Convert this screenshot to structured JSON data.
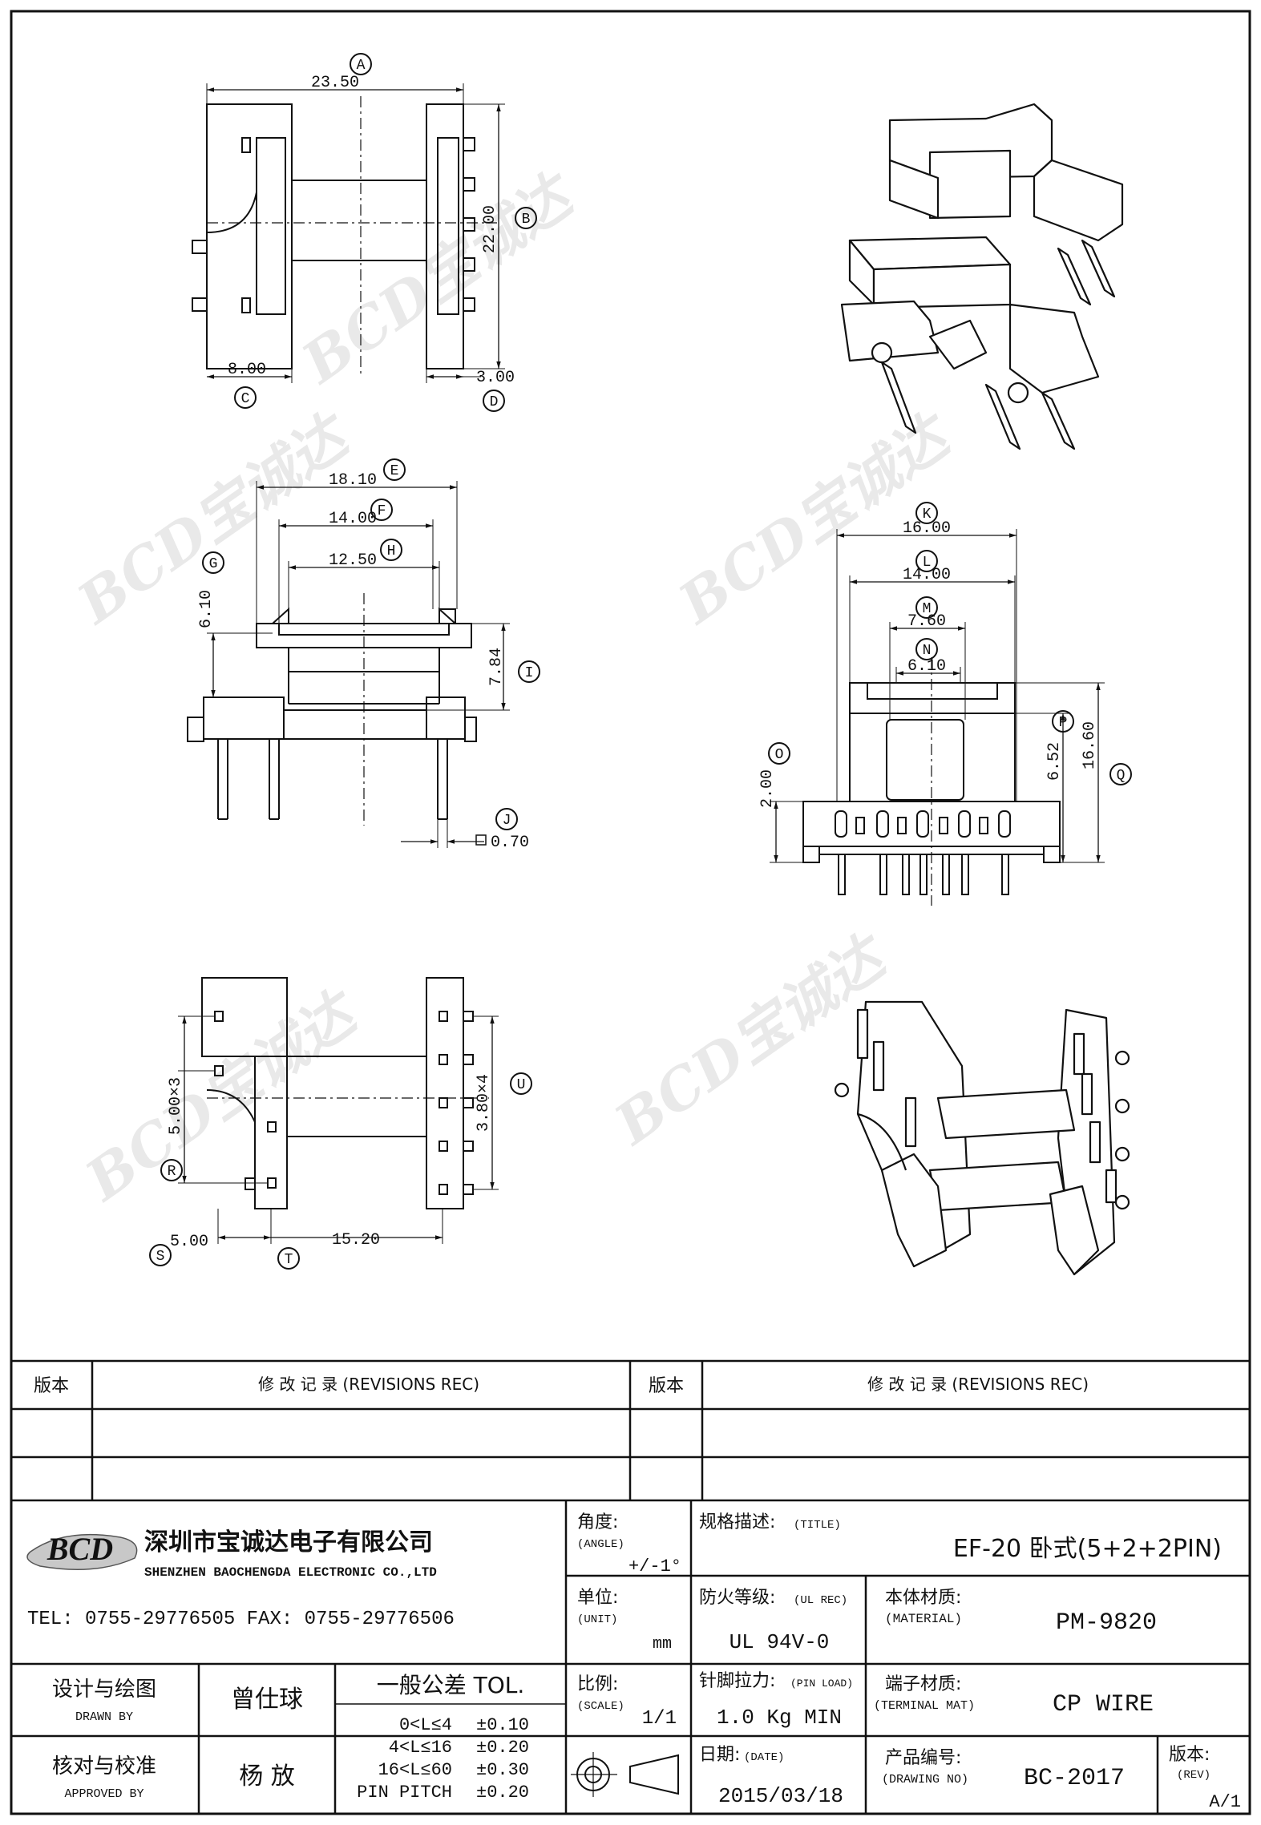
{
  "watermark": "BCD宝诚达",
  "dims_top": {
    "a_label": "A",
    "a_value": "23.50",
    "b_label": "B",
    "b_value": "22.00",
    "c_label": "C",
    "c_value": "8.00",
    "d_label": "D",
    "d_value": "3.00"
  },
  "dims_side": {
    "e_label": "E",
    "e_value": "18.10",
    "f_label": "F",
    "f_value": "14.00",
    "h_label": "H",
    "h_value": "12.50",
    "g_label": "G",
    "g_value": "6.10",
    "i_label": "I",
    "i_value": "7.84",
    "j_label": "J",
    "j_value": "0.70"
  },
  "dims_front": {
    "k_label": "K",
    "k_value": "16.00",
    "l_label": "L",
    "l_value": "14.00",
    "m_label": "M",
    "m_value": "7.60",
    "n_label": "N",
    "n_value": "6.10",
    "o_label": "O",
    "o_value": "2.00",
    "p_label": "P",
    "p_value": "6.52",
    "q_label": "Q",
    "q_value": "16.60"
  },
  "dims_bottom": {
    "r_label": "R",
    "r_value": "5.00×3",
    "s_label": "S",
    "s_value": "5.00",
    "t_label": "T",
    "t_value": "15.20",
    "u_label": "U",
    "u_value": "3.80×4"
  },
  "revisions": {
    "ver_label": "版本",
    "rec_label": "修 改 记 录  (REVISIONS REC)"
  },
  "company": {
    "logo": "BCD",
    "name_cn": "深圳市宝诚达电子有限公司",
    "name_en": "SHENZHEN BAOCHENGDA ELECTRONIC CO.,LTD",
    "contact": "TEL: 0755-29776505  FAX: 0755-29776506"
  },
  "title_block": {
    "angle_label": "角度:",
    "angle_sub": "(ANGLE)",
    "angle_value": "+/-1°",
    "title_label": "规格描述:",
    "title_sub": "(TITLE)",
    "title_value": "EF-20 卧式(5+2+2PIN)",
    "unit_label": "单位:",
    "unit_sub": "(UNIT)",
    "unit_value": "mm",
    "ul_label": "防火等级:",
    "ul_sub": "(UL REC)",
    "ul_value": "UL 94V-0",
    "material_label": "本体材质:",
    "material_sub": "(MATERIAL)",
    "material_value": "PM-9820",
    "drawn_label": "设计与绘图",
    "drawn_sub": "DRAWN BY",
    "drawn_value": "曾仕球",
    "tol_label": "一般公差 TOL.",
    "tol_rows": [
      {
        "range": "0<L≤4",
        "value": "±0.10"
      },
      {
        "range": "4<L≤16",
        "value": "±0.20"
      },
      {
        "range": "16<L≤60",
        "value": "±0.30"
      },
      {
        "range": "PIN PITCH",
        "value": "±0.20"
      }
    ],
    "scale_label": "比例:",
    "scale_sub": "(SCALE)",
    "scale_value": "1/1",
    "pin_label": "针脚拉力:",
    "pin_sub": "(PIN LOAD)",
    "pin_value": "1.0 Kg MIN",
    "terminal_label": "端子材质:",
    "terminal_sub": "(TERMINAL MAT)",
    "terminal_value": "CP WIRE",
    "approved_label": "核对与校准",
    "approved_sub": "APPROVED BY",
    "approved_value": "杨  放",
    "date_label": "日期:",
    "date_sub": "(DATE)",
    "date_value": "2015/03/18",
    "drawing_label": "产品编号:",
    "drawing_sub": "(DRAWING NO)",
    "drawing_value": "BC-2017",
    "rev_label": "版本:",
    "rev_sub": "(REV)",
    "rev_value": "A/1"
  }
}
